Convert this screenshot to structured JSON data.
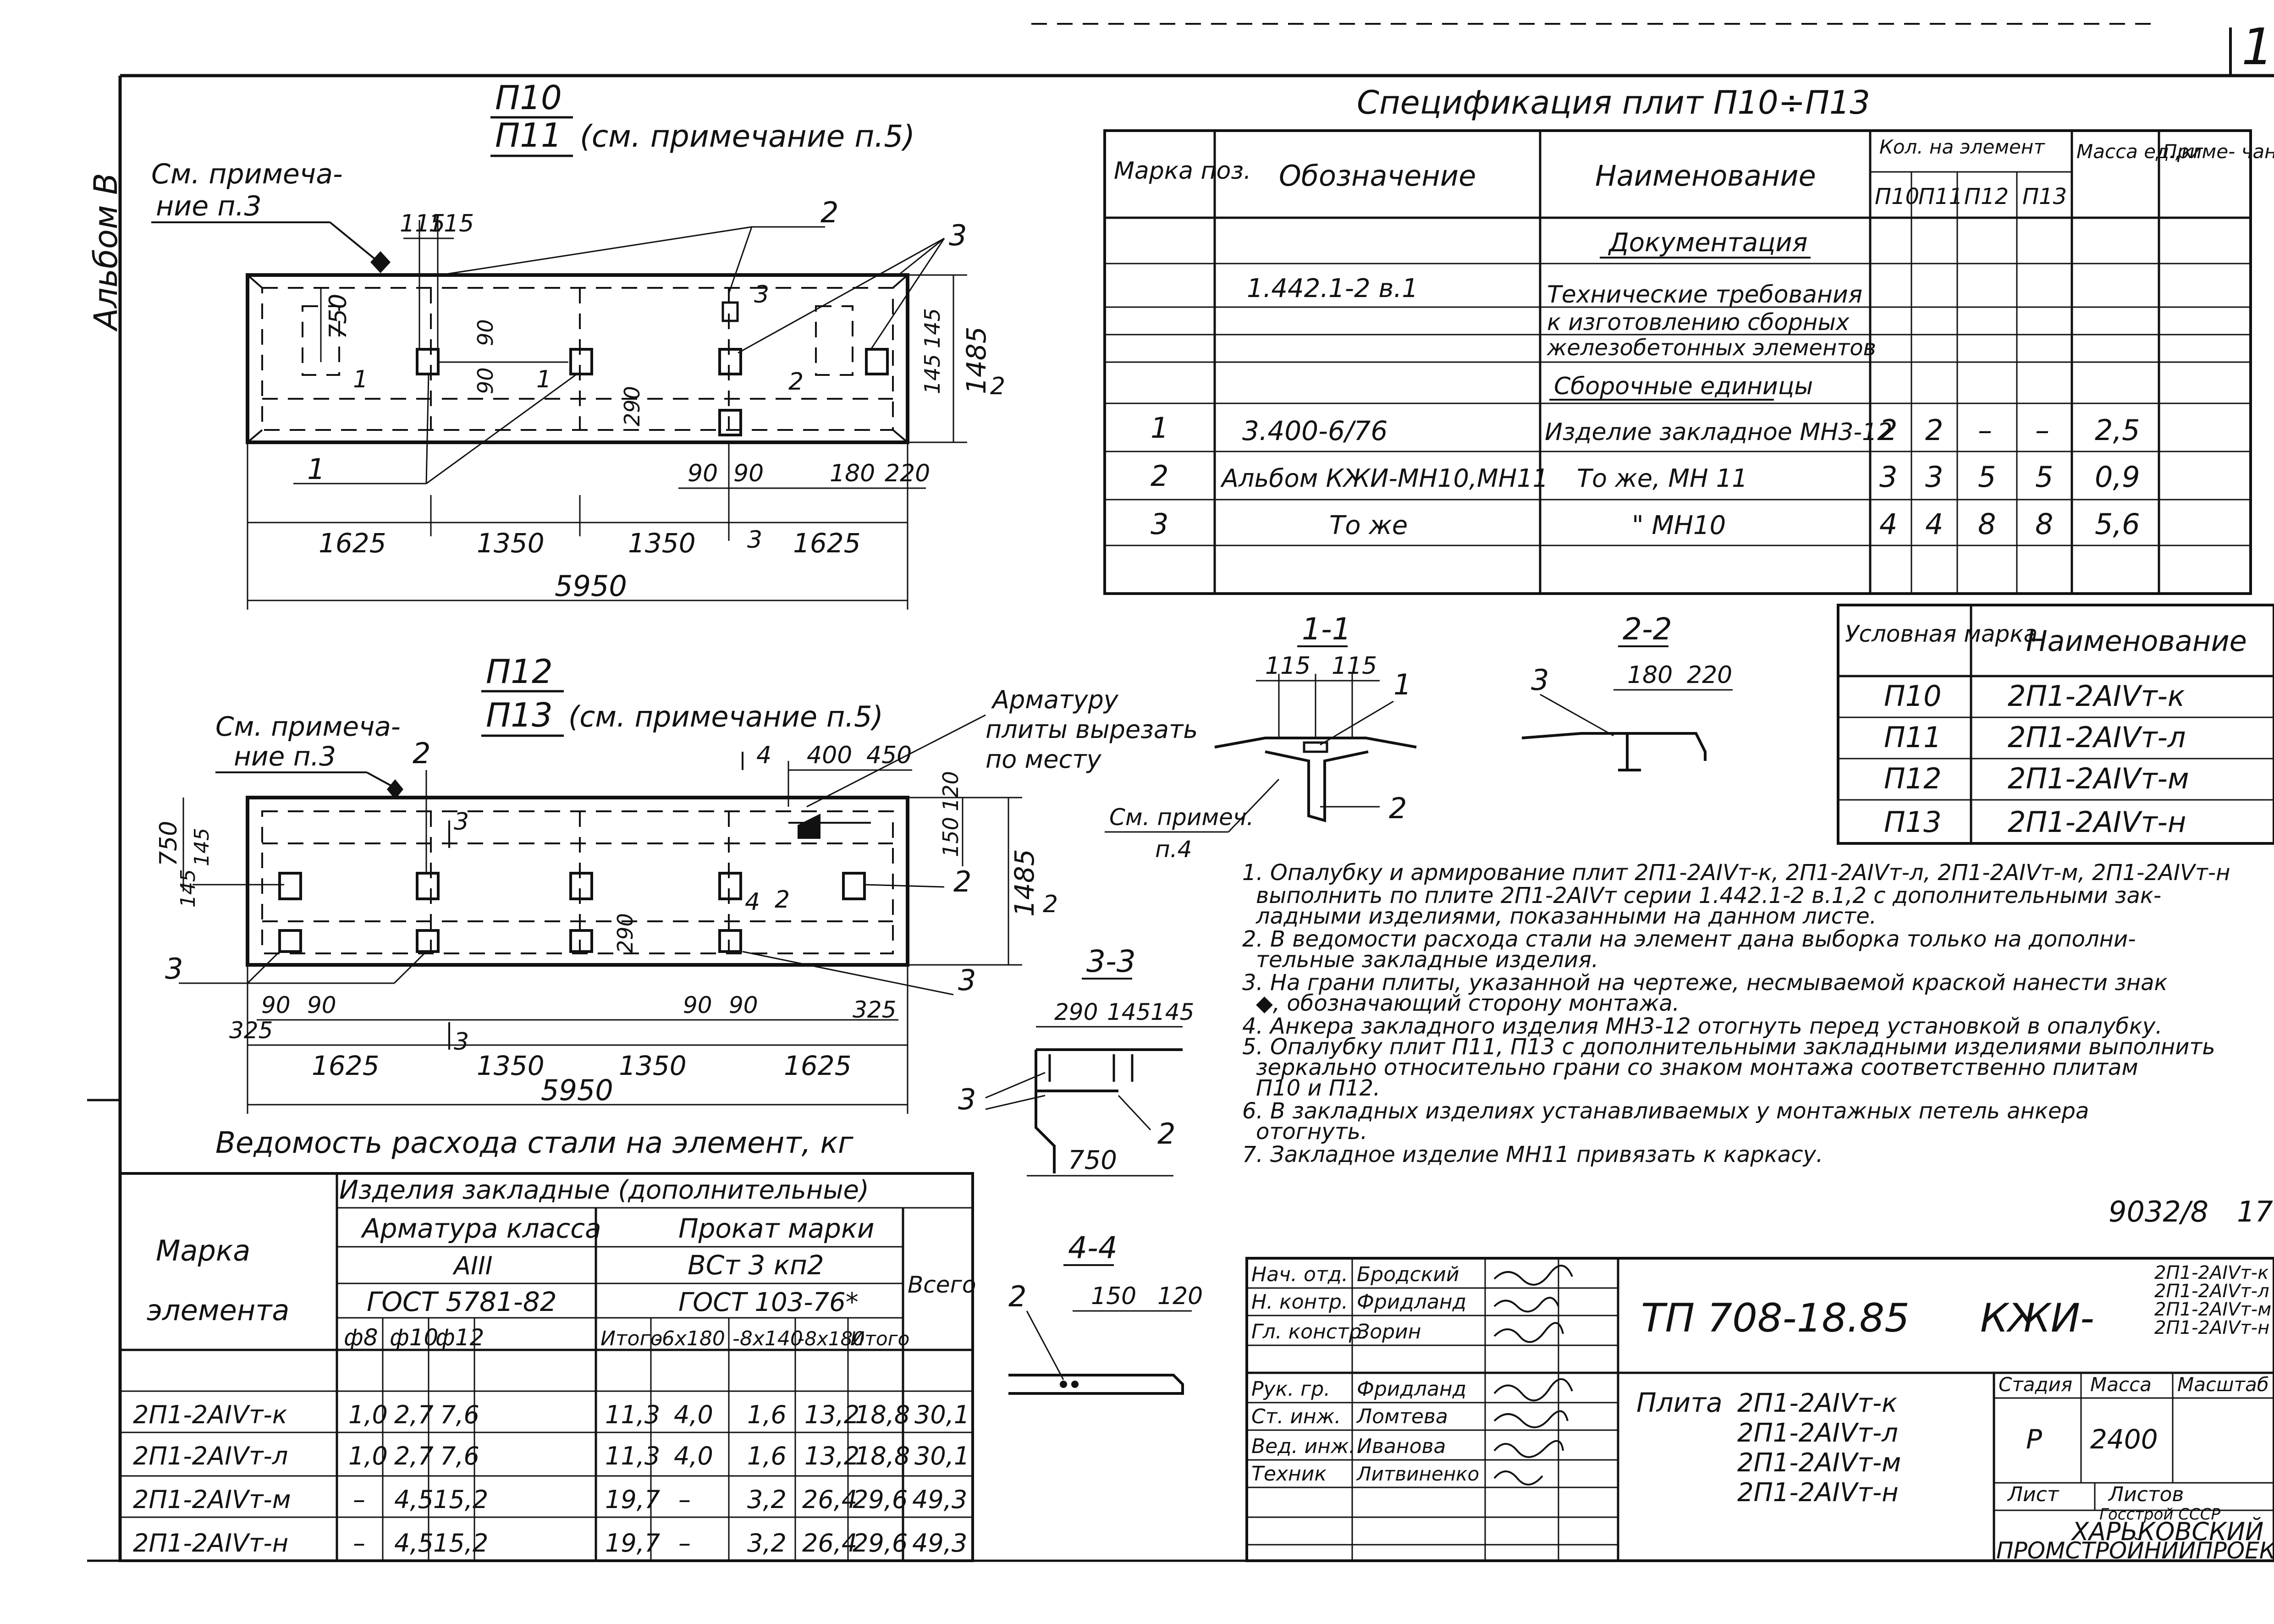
{
  "sheet": {
    "album_label": "Альбом В",
    "sheet_number_corner": "1",
    "drawing_code": "9032/8",
    "drawing_sheet_no": "17"
  },
  "plan_top": {
    "mark_1": "П10",
    "mark_2": "П11",
    "note_ref": "(см. примечание п.5)",
    "note_left": [
      "См. примеча-",
      "ние п.3"
    ],
    "dims_bottom": [
      "1625",
      "1350",
      "1350",
      "1625"
    ],
    "overall": "5950",
    "dim_115a": "115",
    "dim_115b": "115",
    "dim_750": "750",
    "dim_1485": "1485",
    "dim_90a": "90",
    "dim_90b": "90",
    "dim_290": "290",
    "dim_145a": "145",
    "dim_145b": "145",
    "dim_90c": "90",
    "dim_90d": "90",
    "dim_180": "180",
    "dim_220": "220",
    "callout_1": "1",
    "callout_2": "2",
    "callout_3": "3",
    "sec_1": "1",
    "sec_2": "2",
    "sec_3": "3"
  },
  "plan_bottom": {
    "mark_1": "П12",
    "mark_2": "П13",
    "note_ref": "(см. примечание п.5)",
    "note_left": [
      "См. примеча-",
      "ние п.3"
    ],
    "armature_note": [
      "Арматуру",
      "плиты вырезать",
      "по месту"
    ],
    "dims_bottom": [
      "1625",
      "1350",
      "1350",
      "1625"
    ],
    "overall": "5950",
    "dim_750": "750",
    "dim_1485": "1485",
    "dim_145a": "145",
    "dim_145b": "145",
    "dim_400": "400",
    "dim_450": "450",
    "dim_120": "120",
    "dim_150": "150",
    "dim_290": "290",
    "dim_90a": "90",
    "dim_90b": "90",
    "dim_90c": "90",
    "dim_90d": "90",
    "dim_325a": "325",
    "dim_325b": "325",
    "callout_2a": "2",
    "callout_2b": "2",
    "callout_3a": "3",
    "callout_3b": "3",
    "sec_3a": "3",
    "sec_3b": "3",
    "sec_4a": "4",
    "sec_4b": "4",
    "sec_2": "2"
  },
  "sections": {
    "s11": {
      "title": "1-1",
      "d1": "115",
      "d2": "115",
      "c1": "1",
      "c2": "2",
      "note": [
        "См. примеч.",
        "п.4"
      ]
    },
    "s22": {
      "title": "2-2",
      "d1": "180",
      "d2": "220",
      "c1": "3"
    },
    "s33": {
      "title": "3-3",
      "d1": "290",
      "d2": "145",
      "d3": "145",
      "d4": "750",
      "c1": "3",
      "c2": "2"
    },
    "s44": {
      "title": "4-4",
      "d1": "150",
      "d2": "120",
      "c1": "2"
    }
  },
  "spec": {
    "title": "Спецификация плит П10÷П13",
    "headers": {
      "mark": "Марка поз.",
      "designation": "Обозначение",
      "name": "Наименование",
      "qty": "Кол. на элемент",
      "q1": "П10",
      "q2": "П11",
      "q3": "П12",
      "q4": "П13",
      "mass": "Масса ед.,кг",
      "note": "Приме- чание"
    },
    "rows": [
      {
        "pos": "",
        "des": "",
        "name": "Документация",
        "q": [
          "",
          "",
          "",
          ""
        ],
        "mass": ""
      },
      {
        "pos": "",
        "des": "1.442.1-2 в.1",
        "name": "Технические требования",
        "q": [
          "",
          "",
          "",
          ""
        ],
        "mass": ""
      },
      {
        "pos": "",
        "des": "",
        "name": "к изготовлению сборных",
        "q": [
          "",
          "",
          "",
          ""
        ],
        "mass": ""
      },
      {
        "pos": "",
        "des": "",
        "name": "железобетонных элементов",
        "q": [
          "",
          "",
          "",
          ""
        ],
        "mass": ""
      },
      {
        "pos": "",
        "des": "",
        "name": "Сборочные единицы",
        "q": [
          "",
          "",
          "",
          ""
        ],
        "mass": ""
      },
      {
        "pos": "1",
        "des": "3.400-6/76",
        "name": "Изделие закладное МН3-12",
        "q": [
          "2",
          "2",
          "–",
          "–"
        ],
        "mass": "2,5"
      },
      {
        "pos": "2",
        "des": "Альбом КЖИ-МН10,МН11",
        "name": "То же,   МН 11",
        "q": [
          "3",
          "3",
          "5",
          "5"
        ],
        "mass": "0,9"
      },
      {
        "pos": "3",
        "des": "То же",
        "name": "\"   МН10",
        "q": [
          "4",
          "4",
          "8",
          "8"
        ],
        "mass": "5,6"
      },
      {
        "pos": "",
        "des": "",
        "name": "",
        "q": [
          "",
          "",
          "",
          ""
        ],
        "mass": ""
      }
    ]
  },
  "conditional_marks": {
    "h_mark": "Условная марка",
    "h_name": "Наименование",
    "rows": [
      {
        "mark": "П10",
        "name": "2П1-2АIVт-к"
      },
      {
        "mark": "П11",
        "name": "2П1-2АIVт-л"
      },
      {
        "mark": "П12",
        "name": "2П1-2АIVт-м"
      },
      {
        "mark": "П13",
        "name": "2П1-2АIVт-н"
      }
    ]
  },
  "notes": [
    "1. Опалубку и армирование плит 2П1-2АIVт-к, 2П1-2АIVт-л, 2П1-2АIVт-м, 2П1-2АIVт-н",
    "выполнить по плите 2П1-2АIVт серии 1.442.1-2 в.1,2 с дополнительными зак-",
    "ладными изделиями, показанными на данном листе.",
    "2. В ведомости расхода стали на элемент дана выборка только на дополни-",
    "тельные закладные изделия.",
    "3. На грани плиты, указанной на чертеже, несмываемой краской нанести знак",
    "◆, обозначающий сторону монтажа.",
    "4. Анкера закладного изделия МН3-12 отогнуть перед установкой в опалубку.",
    "5. Опалубку плит П11, П13 с дополнительными закладными изделиями выполнить",
    "зеркально относительно грани со знаком монтажа соответственно плитам",
    "П10 и П12.",
    "6. В закладных изделиях устанавливаемых у монтажных петель анкера",
    "отогнуть.",
    "7. Закладное изделие МН11 привязать к каркасу."
  ],
  "steel": {
    "title": "Ведомость расхода стали на элемент, кг",
    "h_mark": "Марка",
    "h_elem": "элемента",
    "h_group": "Изделия закладные (дополнительные)",
    "h_arm": "Арматура класса",
    "h_arm_cls": "АIII",
    "h_arm_gost": "ГОСТ 5781-82",
    "h_prok": "Прокат марки",
    "h_prok_mark": "ВСт 3 кп2",
    "h_prok_gost": "ГОСТ 103-76*",
    "h_total": "Всего",
    "cols": [
      "ф8",
      "ф10",
      "ф12",
      "Итого",
      "-6х180",
      "-8х140",
      "-8х180",
      "Итого"
    ],
    "rows": [
      {
        "mark": "2П1-2АIVт-к",
        "v": [
          "1,0",
          "2,7",
          "7,6",
          "11,3",
          "4,0",
          "1,6",
          "13,2",
          "18,8"
        ],
        "total": "30,1"
      },
      {
        "mark": "2П1-2АIVт-л",
        "v": [
          "1,0",
          "2,7",
          "7,6",
          "11,3",
          "4,0",
          "1,6",
          "13,2",
          "18,8"
        ],
        "total": "30,1"
      },
      {
        "mark": "2П1-2АIVт-м",
        "v": [
          "–",
          "4,5",
          "15,2",
          "19,7",
          "–",
          "3,2",
          "26,4",
          "29,6"
        ],
        "total": "49,3"
      },
      {
        "mark": "2П1-2АIVт-н",
        "v": [
          "–",
          "4,5",
          "15,2",
          "19,7",
          "–",
          "3,2",
          "26,4",
          "29,6"
        ],
        "total": "49,3"
      }
    ]
  },
  "title_block": {
    "roles": [
      "Нач. отд.",
      "Н. контр.",
      "Гл. констр.",
      "Рук. гр.",
      "Ст. инж.",
      "Вед. инж.",
      "Техник"
    ],
    "names": [
      "Бродский",
      "Фридланд",
      "Зорин",
      "Фридланд",
      "Ломтева",
      "Иванова",
      "Литвиненко"
    ],
    "project": "ТП 708-18.85",
    "series": "КЖИ-",
    "series_marks": [
      "2П1-2АIVт-к",
      "2П1-2АIVт-л",
      "2П1-2АIVт-м",
      "2П1-2АIVт-н"
    ],
    "item_label": "Плита",
    "item_marks": [
      "2П1-2АIVт-к",
      "2П1-2АIVт-л",
      "2П1-2АIVт-м",
      "2П1-2АIVт-н"
    ],
    "h_stage": "Стадия",
    "h_mass": "Масса",
    "h_scale": "Масштаб",
    "stage": "Р",
    "mass": "2400",
    "sheet_label": "Лист",
    "sheets_label": "Листов",
    "org_small": "Госстрой СССР",
    "org_1": "ХАРЬКОВСКИЙ",
    "org_2": "ПРОМСТРОЙНИИПРОЕКТ"
  }
}
